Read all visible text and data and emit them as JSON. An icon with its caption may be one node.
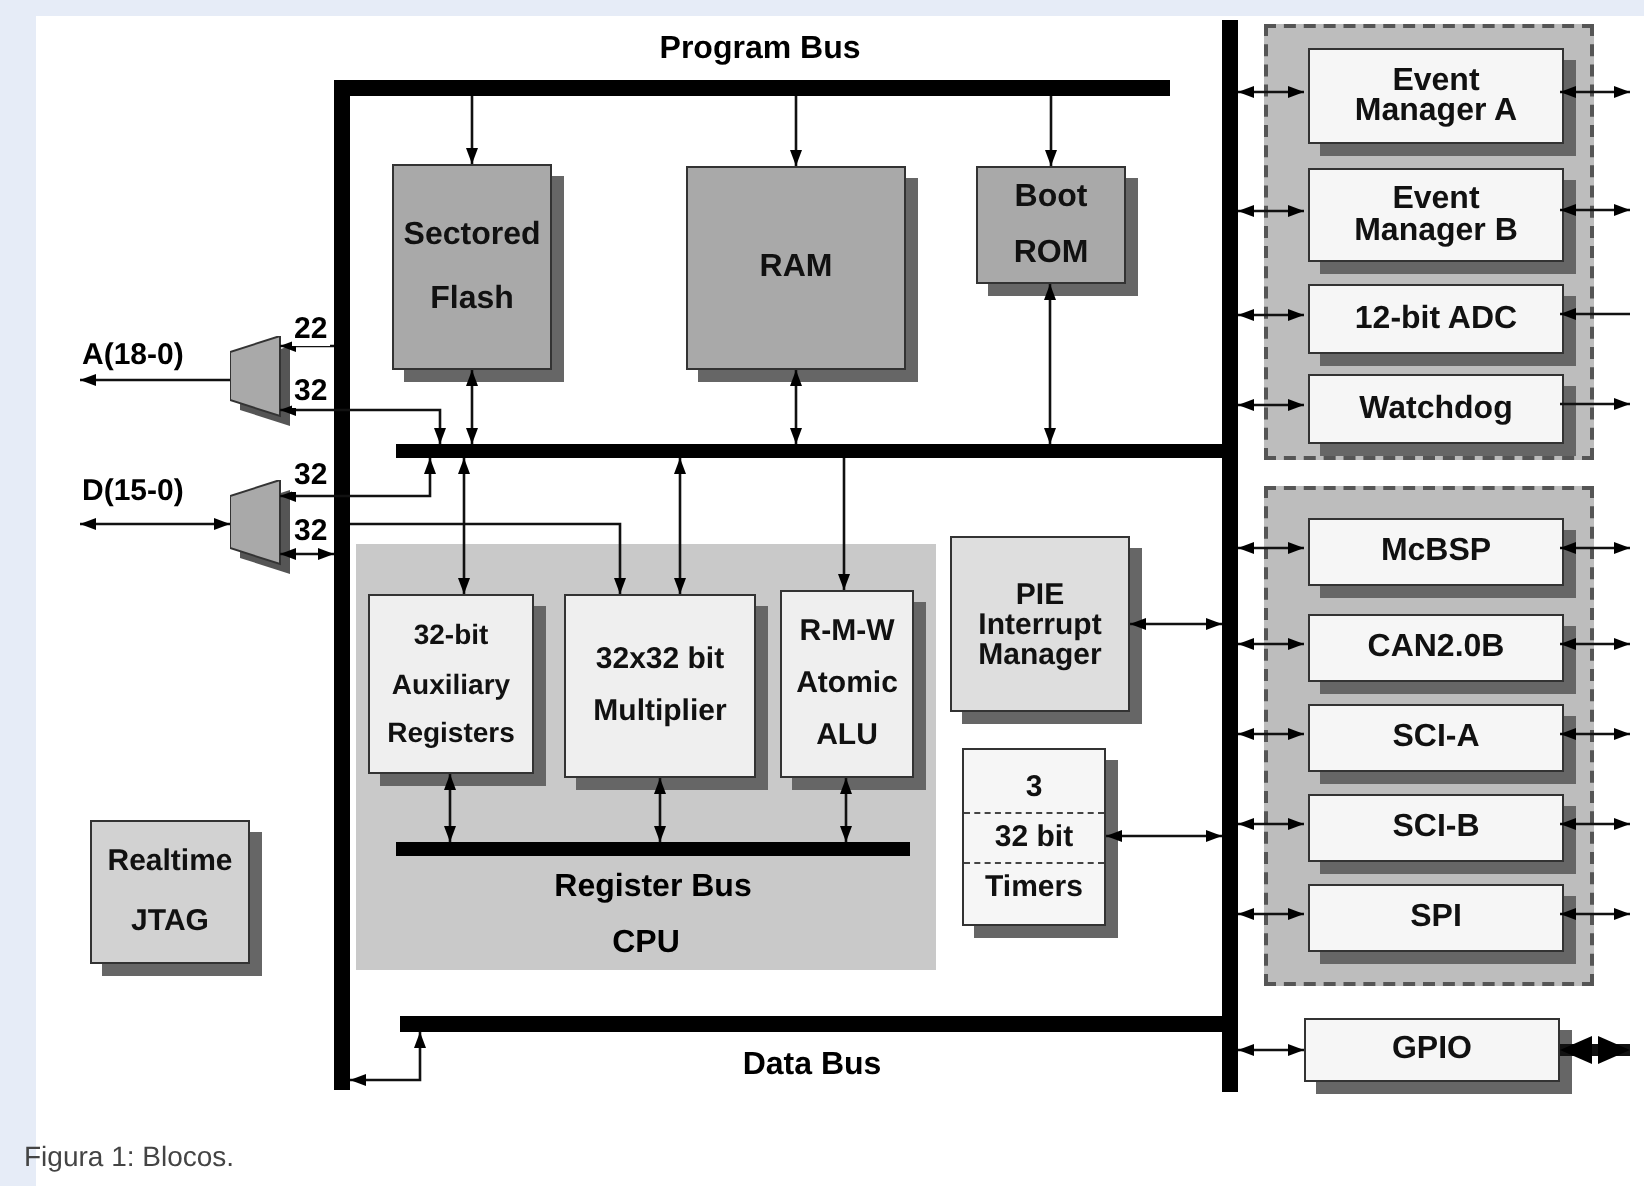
{
  "diagram": {
    "caption": "Figura 1: Blocos.",
    "nodes": [
      {
        "text": [
          "Program Bus"
        ]
      },
      {
        "text": [],
        "shape": "bar"
      },
      {
        "text": [],
        "shape": "bar"
      },
      {
        "text": [
          "Sectored Flash"
        ]
      },
      {
        "text": [
          "RAM"
        ]
      },
      {
        "text": [
          "Boot ROM"
        ]
      },
      {
        "text": [],
        "shape": "box"
      },
      {
        "text": [
          "Event Manager A"
        ],
        "in": 6
      },
      {
        "text": [
          "Event Manager B"
        ],
        "in": 6
      },
      {
        "text": [
          "12-bit ADC"
        ],
        "in": 6
      },
      {
        "text": [
          "Watchdog"
        ],
        "in": 6
      },
      {
        "text": [],
        "shape": "trapezoid"
      },
      {
        "text": [],
        "shape": "trapezoid"
      },
      {
        "text": [],
        "shape": "bar"
      },
      {
        "text": [],
        "shape": "box"
      },
      {
        "text": [
          "McBSP"
        ],
        "in": 14
      },
      {
        "text": [
          "CAN2.0B"
        ],
        "in": 14
      },
      {
        "text": [
          "SCI-A"
        ],
        "in": 14
      },
      {
        "text": [
          "SCI-B"
        ],
        "in": 14
      },
      {
        "text": [
          "SPI"
        ],
        "in": 14
      },
      {
        "text": [
          "CPU"
        ]
      },
      {
        "text": [
          "32-bit Auxiliary Registers"
        ],
        "in": 20
      },
      {
        "text": [
          "32x32 bit Multiplier"
        ],
        "in": 20
      },
      {
        "text": [
          "R-M-W Atomic ALU"
        ],
        "in": 20
      },
      {
        "text": [
          "Register Bus"
        ],
        "in": 20
      },
      {
        "text": [
          "PIE Interrupt Manager"
        ]
      },
      {
        "text": [
          "3",
          "32 bit",
          "Timers"
        ]
      },
      {
        "text": [
          "Realtime JTAG"
        ]
      },
      {
        "text": [
          "Data Bus"
        ]
      },
      {
        "text": [
          "GPIO"
        ]
      }
    ],
    "edges": [
      {
        "from": 0,
        "to": 3,
        "arrow": "to"
      },
      {
        "from": 0,
        "to": 4,
        "arrow": "to"
      },
      {
        "from": 0,
        "to": 5,
        "arrow": "to"
      },
      {
        "from": 3,
        "to": 13,
        "arrow": "both"
      },
      {
        "from": 4,
        "to": 13,
        "arrow": "both"
      },
      {
        "from": 5,
        "to": 13,
        "arrow": "both"
      },
      {
        "from": 1,
        "to": 11,
        "arrow": "to",
        "label": "22"
      },
      {
        "from": 13,
        "to": 11,
        "arrow": "both",
        "label": "32"
      },
      {
        "from": 12,
        "to": 13,
        "arrow": "both",
        "label": "32"
      },
      {
        "from": 12,
        "to": 1,
        "arrow": "both",
        "label": "32"
      },
      {
        "from": 11,
        "to": null,
        "arrow": "to",
        "label": "A(18-0)"
      },
      {
        "from": null,
        "to": 12,
        "arrow": "both",
        "label": "D(15-0)"
      },
      {
        "from": 13,
        "to": 21,
        "arrow": "both"
      },
      {
        "from": 13,
        "to": 22,
        "arrow": "both"
      },
      {
        "from": 13,
        "to": 23,
        "arrow": "to"
      },
      {
        "from": 1,
        "to": 22,
        "arrow": "to"
      },
      {
        "from": 21,
        "to": 24,
        "arrow": "both"
      },
      {
        "from": 22,
        "to": 24,
        "arrow": "both"
      },
      {
        "from": 23,
        "to": 24,
        "arrow": "both"
      },
      {
        "from": 25,
        "to": 2,
        "arrow": "both"
      },
      {
        "from": 26,
        "to": 2,
        "arrow": "both"
      },
      {
        "from": 1,
        "to": 28,
        "arrow": "both"
      },
      {
        "from": 2,
        "to": 7,
        "arrow": "both"
      },
      {
        "from": 2,
        "to": 8,
        "arrow": "both"
      },
      {
        "from": 2,
        "to": 9,
        "arrow": "both"
      },
      {
        "from": 2,
        "to": 10,
        "arrow": "both"
      },
      {
        "from": 2,
        "to": 15,
        "arrow": "both"
      },
      {
        "from": 2,
        "to": 16,
        "arrow": "both"
      },
      {
        "from": 2,
        "to": 17,
        "arrow": "both"
      },
      {
        "from": 2,
        "to": 18,
        "arrow": "both"
      },
      {
        "from": 2,
        "to": 19,
        "arrow": "both"
      },
      {
        "from": 2,
        "to": 29,
        "arrow": "both"
      },
      {
        "from": 7,
        "to": null,
        "arrow": "both"
      },
      {
        "from": 8,
        "to": null,
        "arrow": "both"
      },
      {
        "from": null,
        "to": 9,
        "arrow": "to"
      },
      {
        "from": 10,
        "to": null,
        "arrow": "to"
      },
      {
        "from": 15,
        "to": null,
        "arrow": "both"
      },
      {
        "from": 16,
        "to": null,
        "arrow": "both"
      },
      {
        "from": 17,
        "to": null,
        "arrow": "both"
      },
      {
        "from": 18,
        "to": null,
        "arrow": "both"
      },
      {
        "from": 19,
        "to": null,
        "arrow": "both"
      },
      {
        "from": 29,
        "to": null,
        "arrow": "both",
        "style": "thick"
      }
    ]
  }
}
